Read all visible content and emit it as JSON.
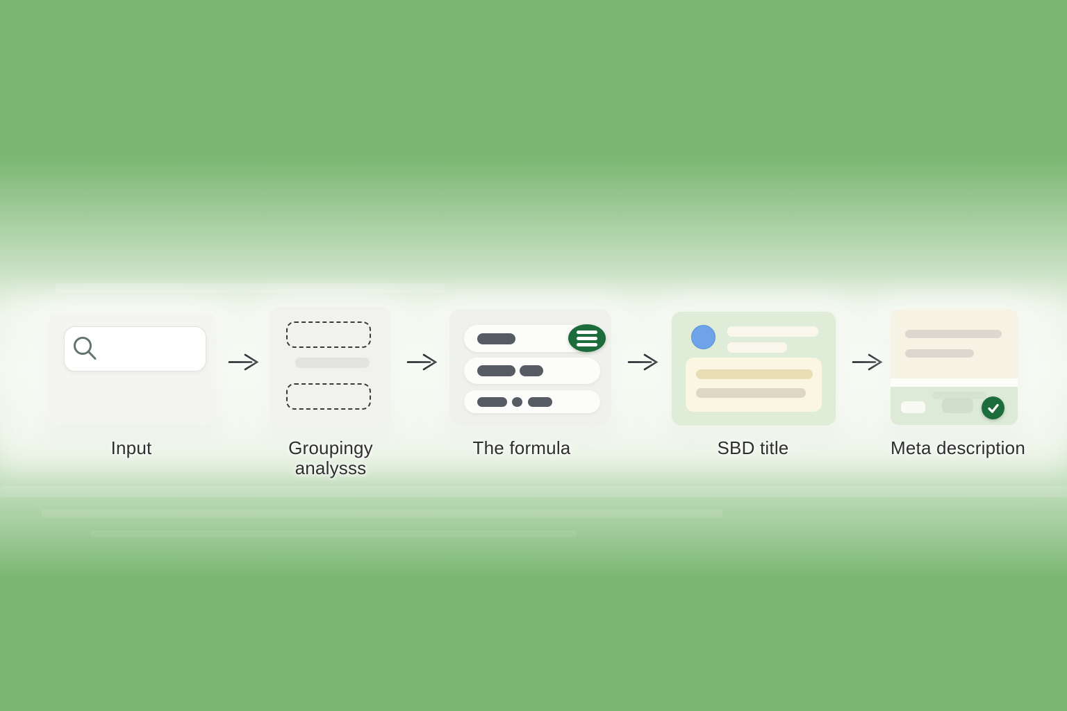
{
  "diagram": {
    "steps": [
      {
        "label": "Input"
      },
      {
        "label": "Groupingy analysss"
      },
      {
        "label": "The formula"
      },
      {
        "label": "SBD title"
      },
      {
        "label": "Meta description"
      }
    ]
  },
  "icons": {
    "search": "magnifying-glass",
    "menu": "three-horizontal-lines",
    "check": "checkmark",
    "arrow": "right-arrow"
  },
  "colors": {
    "background_green": "#7cb874",
    "band_white": "#f3f6ee",
    "card_neutral": "#f3f3ef",
    "card_green_tint": "#dfecd7",
    "cream_panel": "#faf6e2",
    "cream_card": "#f7f3e4",
    "accent_green_dark": "#1d6c3c",
    "accent_blue": "#6fa3e8",
    "pill_dark": "#565b64",
    "arrow_ink": "#1c2126"
  }
}
